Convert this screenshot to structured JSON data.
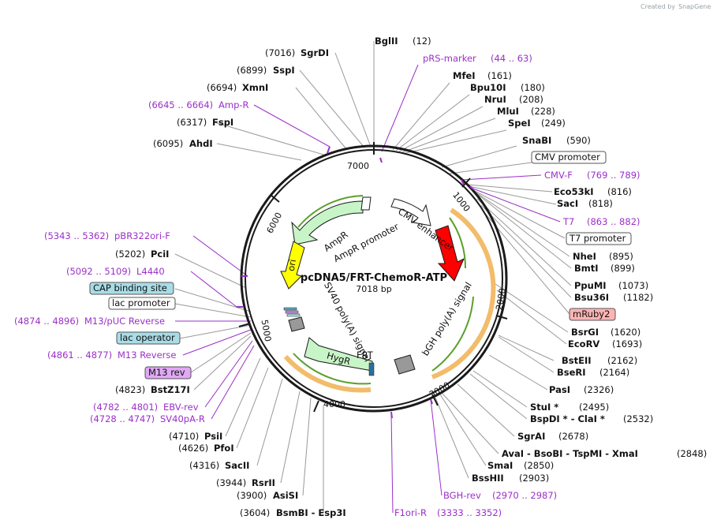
{
  "credit": {
    "prefix": "Created by",
    "brand": "SnapGene"
  },
  "plasmid": {
    "name": "pcDNA5/FRT-ChemoR-ATP",
    "size": "7018 bp"
  },
  "ticks": [
    "1000",
    "2000",
    "3000",
    "4000",
    "5000",
    "6000",
    "7000"
  ],
  "features": {
    "ampr": "AmpR",
    "ampr_promoter": "AmpR promoter",
    "cmv_enhancer": "CMV enhancer",
    "ori": "ori",
    "sv40": "SV40 poly(A) signal",
    "bgh": "bGH poly(A) signal",
    "frt": "FRT",
    "hygr": "HygR"
  },
  "labels_right": [
    {
      "name": "BglII",
      "pos": "(12)"
    },
    {
      "name": "pRS-marker",
      "pos": "(44 .. 63)"
    },
    {
      "name": "MfeI",
      "pos": "(161)"
    },
    {
      "name": "Bpu10I",
      "pos": "(180)"
    },
    {
      "name": "NruI",
      "pos": "(208)"
    },
    {
      "name": "MluI",
      "pos": "(228)"
    },
    {
      "name": "SpeI",
      "pos": "(249)"
    },
    {
      "name": "SnaBI",
      "pos": "(590)"
    },
    {
      "name": "CMV promoter",
      "pos": ""
    },
    {
      "name": "CMV-F",
      "pos": "(769 .. 789)"
    },
    {
      "name": "Eco53kI",
      "pos": "(816)"
    },
    {
      "name": "SacI",
      "pos": "(818)"
    },
    {
      "name": "T7",
      "pos": "(863 .. 882)"
    },
    {
      "name": "T7 promoter",
      "pos": ""
    },
    {
      "name": "NheI",
      "pos": "(895)"
    },
    {
      "name": "BmtI",
      "pos": "(899)"
    },
    {
      "name": "PpuMI",
      "pos": "(1073)"
    },
    {
      "name": "Bsu36I",
      "pos": "(1182)"
    },
    {
      "name": "mRuby2",
      "pos": ""
    },
    {
      "name": "BsrGI",
      "pos": "(1620)"
    },
    {
      "name": "EcoRV",
      "pos": "(1693)"
    },
    {
      "name": "BstEII",
      "pos": "(2162)"
    },
    {
      "name": "BseRI",
      "pos": "(2164)"
    },
    {
      "name": "PasI",
      "pos": "(2326)"
    },
    {
      "name": "StuI *",
      "pos": "(2495)"
    },
    {
      "name": "BspDI * - ClaI *",
      "pos": "(2532)"
    },
    {
      "name": "SgrAI",
      "pos": "(2678)"
    },
    {
      "name": "AvaI - BsoBI - TspMI - XmaI",
      "pos": "(2848)"
    },
    {
      "name": "SmaI",
      "pos": "(2850)"
    },
    {
      "name": "BssHII",
      "pos": "(2903)"
    },
    {
      "name": "BGH-rev",
      "pos": "(2970 .. 2987)"
    },
    {
      "name": "F1ori-R",
      "pos": "(3333 .. 3352)"
    }
  ],
  "labels_left": [
    {
      "name": "SgrDI",
      "pos": "(7016)"
    },
    {
      "name": "SspI",
      "pos": "(6899)"
    },
    {
      "name": "XmnI",
      "pos": "(6694)"
    },
    {
      "name": "Amp-R",
      "pos": "(6645 .. 6664)"
    },
    {
      "name": "FspI",
      "pos": "(6317)"
    },
    {
      "name": "AhdI",
      "pos": "(6095)"
    },
    {
      "name": "pBR322ori-F",
      "pos": "(5343 .. 5362)"
    },
    {
      "name": "PciI",
      "pos": "(5202)"
    },
    {
      "name": "L4440",
      "pos": "(5092 .. 5109)"
    },
    {
      "name": "CAP binding site",
      "pos": ""
    },
    {
      "name": "lac promoter",
      "pos": ""
    },
    {
      "name": "M13/pUC Reverse",
      "pos": "(4874 .. 4896)"
    },
    {
      "name": "lac operator",
      "pos": ""
    },
    {
      "name": "M13 Reverse",
      "pos": "(4861 .. 4877)"
    },
    {
      "name": "M13 rev",
      "pos": ""
    },
    {
      "name": "BstZ17I",
      "pos": "(4823)"
    },
    {
      "name": "EBV-rev",
      "pos": "(4782 .. 4801)"
    },
    {
      "name": "SV40pA-R",
      "pos": "(4728 .. 4747)"
    },
    {
      "name": "PsiI",
      "pos": "(4710)"
    },
    {
      "name": "PfoI",
      "pos": "(4626)"
    },
    {
      "name": "SacII",
      "pos": "(4316)"
    },
    {
      "name": "RsrII",
      "pos": "(3944)"
    },
    {
      "name": "AsiSI",
      "pos": "(3900)"
    },
    {
      "name": "BsmBI - Esp3I",
      "pos": "(3604)"
    }
  ],
  "colors": {
    "backbone": "#1a1a1a",
    "primer": "#9b30c8",
    "leader": "#999999",
    "ampr": "#c8f5c8",
    "hygr": "#c8f5c8",
    "ori": "#ffff00",
    "cmv_enhancer": "#ffffff",
    "mruby": "#ff0000",
    "bgh": "#999999",
    "sv40": "#999999",
    "orf_line": "#5aa02c",
    "orf_arc": "#f0b050",
    "cap_box": "#a8dce6",
    "lacop_box": "#a8dce6",
    "mruby_box": "#ffb3b3",
    "m13rev_box": "#e0a8f5"
  }
}
